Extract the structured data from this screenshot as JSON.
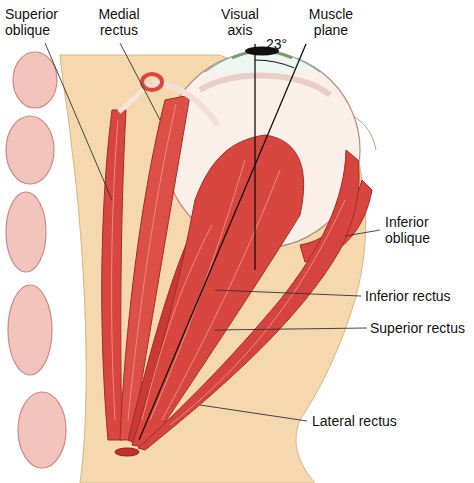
{
  "diagram": {
    "labels": [
      "Superior oblique",
      "Medial rectus",
      "Visual axis",
      "23°",
      "Muscle plane",
      "Inferior oblique",
      "Inferior rectus",
      "Superior rectus",
      "Lateral rectus"
    ]
  }
}
